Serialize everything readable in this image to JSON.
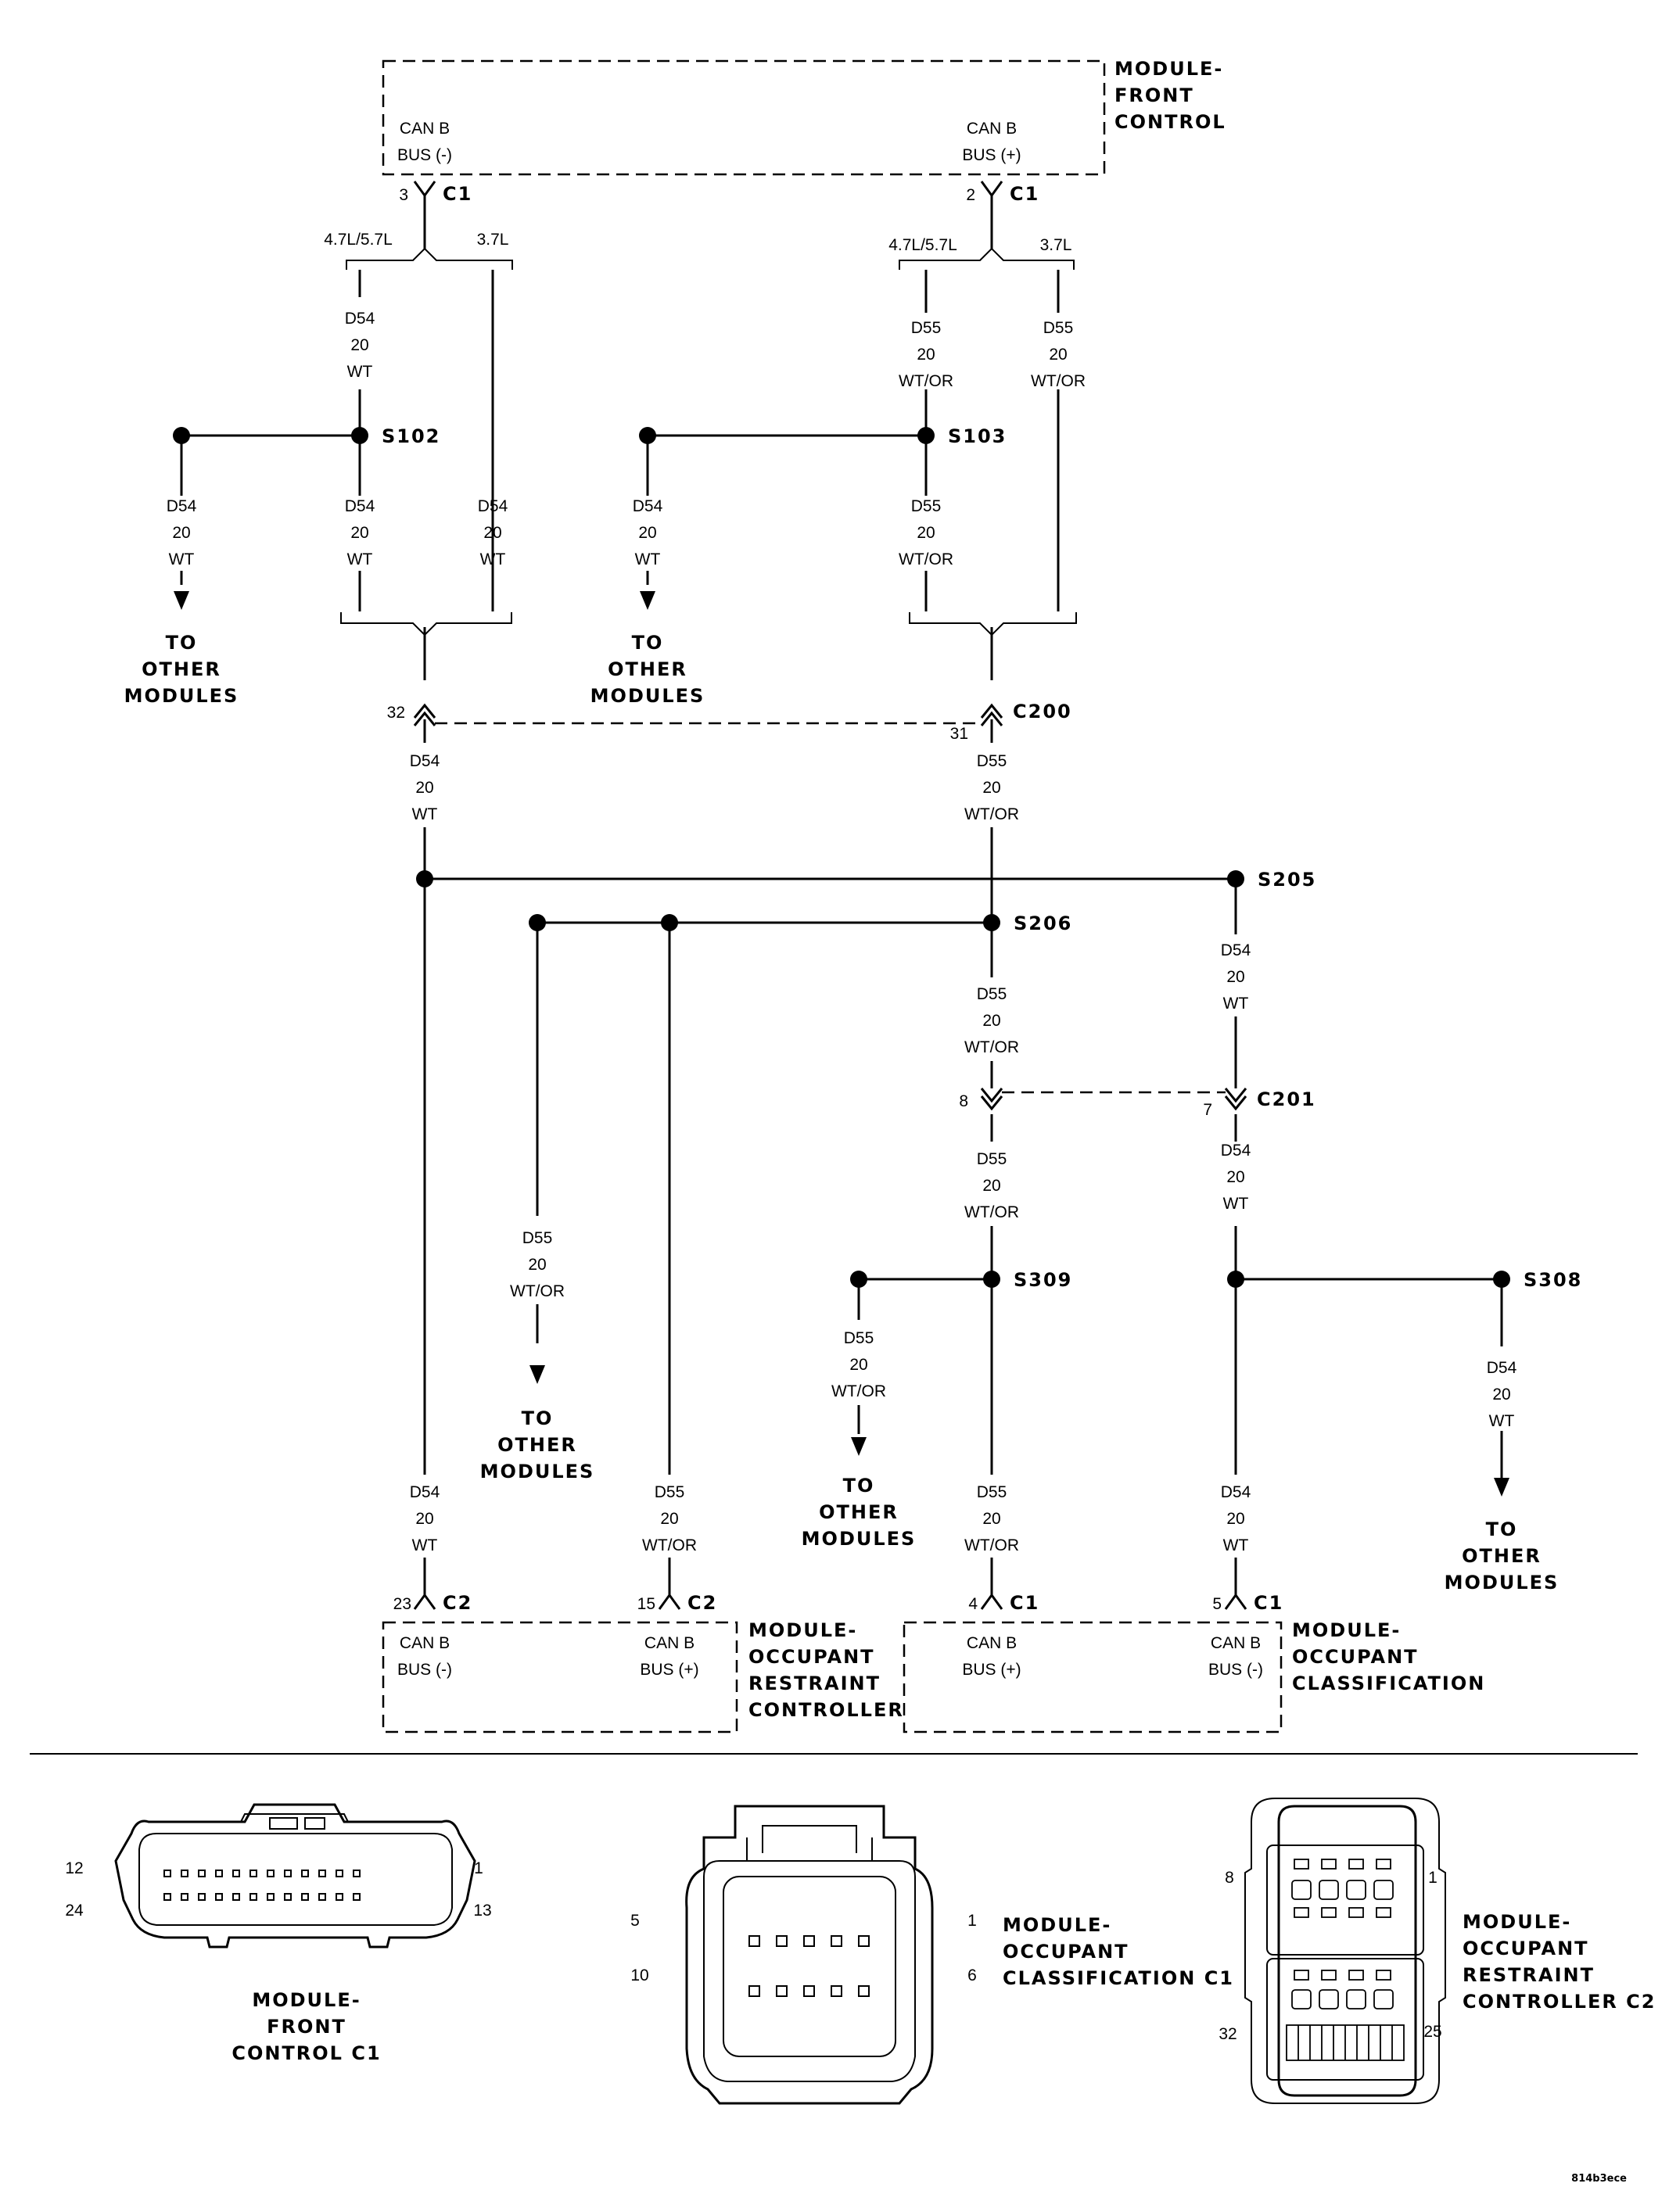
{
  "modules": {
    "front_control": {
      "title": [
        "MODULE-",
        "FRONT",
        "CONTROL"
      ],
      "pin_left": [
        "CAN B",
        "BUS (-)"
      ],
      "pin_right": [
        "CAN B",
        "BUS (+)"
      ]
    },
    "restraint": {
      "title": [
        "MODULE-",
        "OCCUPANT",
        "RESTRAINT",
        "CONTROLLER"
      ],
      "pin_left": [
        "CAN B",
        "BUS (-)"
      ],
      "pin_right": [
        "CAN B",
        "BUS (+)"
      ]
    },
    "classification": {
      "title": [
        "MODULE-",
        "OCCUPANT",
        "CLASSIFICATION"
      ],
      "pin_left": [
        "CAN B",
        "BUS (+)"
      ],
      "pin_right": [
        "CAN B",
        "BUS (-)"
      ]
    }
  },
  "connectors": {
    "c1": "C1",
    "c2": "C2",
    "c200": "C200",
    "c201": "C201",
    "pin_3": "3",
    "pin_2": "2",
    "pin_32": "32",
    "pin_31": "31",
    "pin_8": "8",
    "pin_7": "7",
    "pin_23": "23",
    "pin_15": "15",
    "pin_4": "4",
    "pin_5": "5"
  },
  "splices": {
    "s102": "S102",
    "s103": "S103",
    "s205": "S205",
    "s206": "S206",
    "s309": "S309",
    "s308": "S308"
  },
  "engine_options": {
    "v8": "4.7L/5.7L",
    "v6": "3.7L"
  },
  "wires": {
    "d54": [
      "D54",
      "20",
      "WT"
    ],
    "d55": [
      "D55",
      "20",
      "WT/OR"
    ]
  },
  "to_other_modules": [
    "TO",
    "OTHER",
    "MODULES"
  ],
  "connector_views": {
    "front_control_c1": {
      "title": [
        "MODULE-",
        "FRONT",
        "CONTROL C1"
      ],
      "pins": [
        "12",
        "24",
        "1",
        "13"
      ]
    },
    "classification_c1": {
      "title": [
        "MODULE-",
        "OCCUPANT",
        "CLASSIFICATION C1"
      ],
      "pins": [
        "5",
        "10",
        "1",
        "6"
      ]
    },
    "restraint_c2": {
      "title": [
        "MODULE-",
        "OCCUPANT",
        "RESTRAINT",
        "CONTROLLER C2"
      ],
      "pins": [
        "8",
        "32",
        "1",
        "25"
      ]
    }
  },
  "figure_code": "814b3ece"
}
